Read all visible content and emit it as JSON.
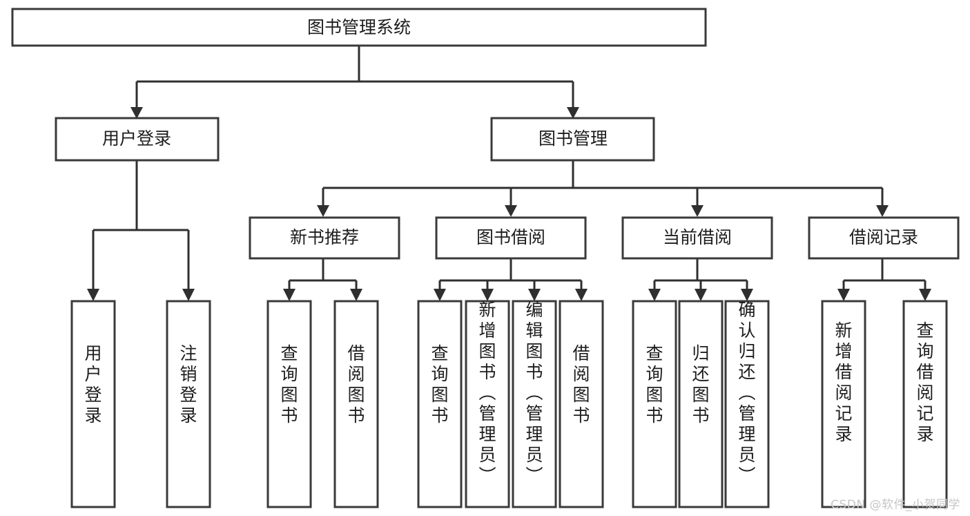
{
  "diagram": {
    "type": "tree-hierarchy",
    "title": "图书管理系统",
    "watermark": "CSDN @软件_小贺同学",
    "colors": {
      "background": "#ffffff",
      "box_stroke": "#3a3a3a",
      "box_fill": "#ffffff",
      "connector": "#2f2f2f",
      "text": "#1d1d1d",
      "watermark": "#c6c6c6"
    },
    "levels": [
      {
        "level": 1,
        "nodes": [
          {
            "id": "root",
            "label": "图书管理系统",
            "orientation": "horizontal"
          }
        ]
      },
      {
        "level": 2,
        "nodes": [
          {
            "id": "user-login",
            "label": "用户登录",
            "orientation": "horizontal",
            "parent": "root"
          },
          {
            "id": "book-manage",
            "label": "图书管理",
            "orientation": "horizontal",
            "parent": "root"
          }
        ]
      },
      {
        "level": 3,
        "nodes": [
          {
            "id": "new-book-rec",
            "label": "新书推荐",
            "orientation": "horizontal",
            "parent": "book-manage"
          },
          {
            "id": "book-borrow",
            "label": "图书借阅",
            "orientation": "horizontal",
            "parent": "book-manage"
          },
          {
            "id": "current-borrow",
            "label": "当前借阅",
            "orientation": "horizontal",
            "parent": "book-manage"
          },
          {
            "id": "borrow-record",
            "label": "借阅记录",
            "orientation": "horizontal",
            "parent": "book-manage"
          }
        ]
      },
      {
        "level": 4,
        "nodes": [
          {
            "id": "leaf-1",
            "label": "用户登录",
            "orientation": "vertical",
            "parent": "user-login"
          },
          {
            "id": "leaf-2",
            "label": "注销登录",
            "orientation": "vertical",
            "parent": "user-login"
          },
          {
            "id": "leaf-3",
            "label": "查询图书",
            "orientation": "vertical",
            "parent": "new-book-rec"
          },
          {
            "id": "leaf-4",
            "label": "借阅图书",
            "orientation": "vertical",
            "parent": "new-book-rec"
          },
          {
            "id": "leaf-5",
            "label": "查询图书",
            "orientation": "vertical",
            "parent": "book-borrow"
          },
          {
            "id": "leaf-6",
            "label": "新增图书（管理员）",
            "orientation": "vertical",
            "parent": "book-borrow"
          },
          {
            "id": "leaf-7",
            "label": "编辑图书（管理员）",
            "orientation": "vertical",
            "parent": "book-borrow"
          },
          {
            "id": "leaf-8",
            "label": "借阅图书",
            "orientation": "vertical",
            "parent": "book-borrow"
          },
          {
            "id": "leaf-9",
            "label": "查询图书",
            "orientation": "vertical",
            "parent": "current-borrow"
          },
          {
            "id": "leaf-10",
            "label": "归还图书",
            "orientation": "vertical",
            "parent": "current-borrow"
          },
          {
            "id": "leaf-11",
            "label": "确认归还（管理员）",
            "orientation": "vertical",
            "parent": "current-borrow"
          },
          {
            "id": "leaf-12",
            "label": "新增借阅记录",
            "orientation": "vertical",
            "parent": "borrow-record"
          },
          {
            "id": "leaf-13",
            "label": "查询借阅记录",
            "orientation": "vertical",
            "parent": "borrow-record"
          }
        ]
      }
    ]
  }
}
